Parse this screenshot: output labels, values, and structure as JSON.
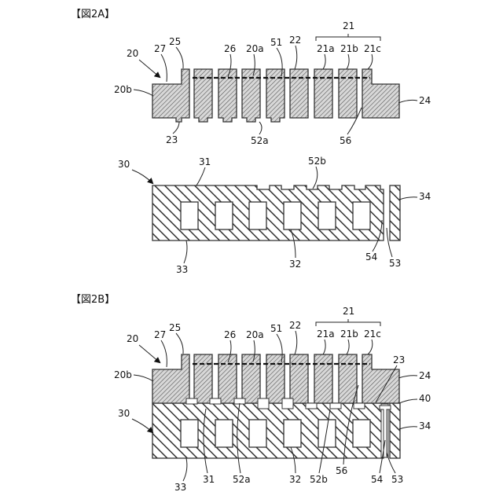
{
  "figures": [
    {
      "title": "【図2A】",
      "labels": {
        "l20": "20",
        "l27": "27",
        "l25": "25",
        "l26": "26",
        "l20a": "20a",
        "l51": "51",
        "l22": "22",
        "l21": "21",
        "l21a": "21a",
        "l21b": "21b",
        "l21c": "21c",
        "l20b": "20b",
        "l24": "24",
        "l23": "23",
        "l52a": "52a",
        "l56": "56",
        "l30": "30",
        "l31": "31",
        "l52b": "52b",
        "l34": "34",
        "l33": "33",
        "l32": "32",
        "l54": "54",
        "l53": "53"
      }
    },
    {
      "title": "【図2B】",
      "labels": {
        "l20": "20",
        "l27": "27",
        "l25": "25",
        "l26": "26",
        "l20a": "20a",
        "l51": "51",
        "l22": "22",
        "l21": "21",
        "l21a": "21a",
        "l21b": "21b",
        "l21c": "21c",
        "l23": "23",
        "l20b": "20b",
        "l24": "24",
        "l40": "40",
        "l30": "30",
        "l34": "34",
        "l33": "33",
        "l31": "31",
        "l52a": "52a",
        "l32": "32",
        "l52b": "52b",
        "l56": "56",
        "l54": "54",
        "l53": "53"
      }
    }
  ],
  "colors": {
    "line": "#222222",
    "hatch": "#555555",
    "fill": "#d4d4d4"
  }
}
